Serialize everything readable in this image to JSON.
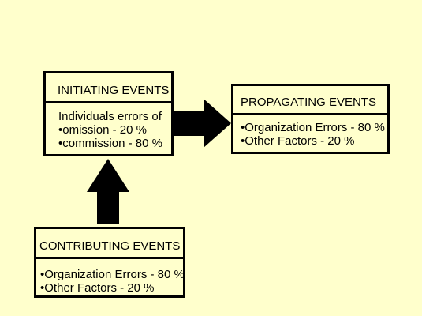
{
  "initiating": {
    "title": "INITIATING EVENTS",
    "intro": "Individuals errors of",
    "items": [
      "omission - 20 %",
      "commission - 80 %"
    ]
  },
  "propagating": {
    "title": "PROPAGATING EVENTS",
    "items": [
      "Organization Errors - 80 %",
      "Other Factors - 20 %"
    ]
  },
  "contributing": {
    "title": "CONTRIBUTING  EVENTS",
    "items": [
      "Organization Errors - 80 %",
      "Other Factors - 20 %"
    ]
  },
  "colors": {
    "background": "#ffffcc",
    "border": "#000000",
    "arrow": "#000000"
  }
}
